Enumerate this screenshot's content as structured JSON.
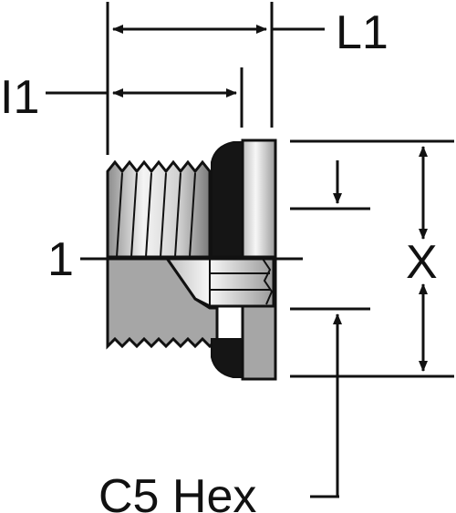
{
  "labels": {
    "l1": "L1",
    "i1": "I1",
    "one": "1",
    "x": "X",
    "hex": "C5 Hex"
  },
  "colors": {
    "line": "#111111",
    "section_fill": "#a6a6a6",
    "metal_light": "#f2f2f2",
    "metal_mid": "#c8c8c8",
    "oring": "#151515"
  }
}
